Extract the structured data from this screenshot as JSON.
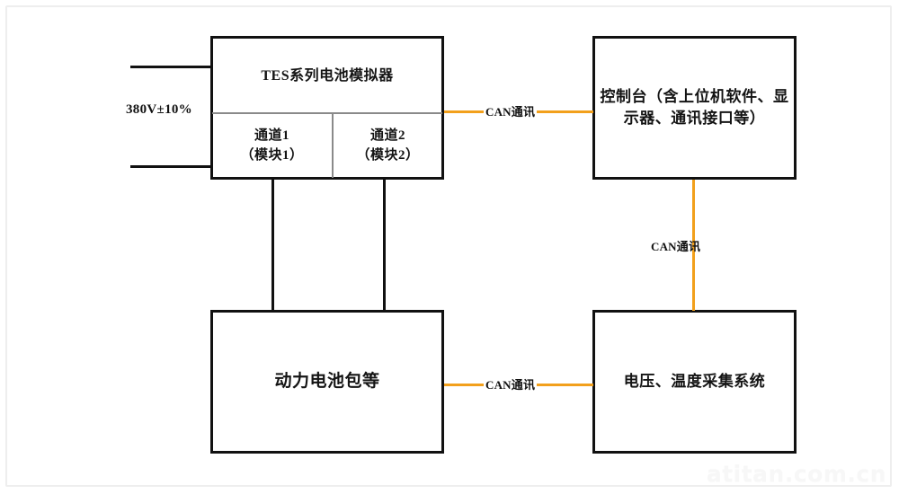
{
  "diagram": {
    "title": "TES Battery Simulator System Block Diagram",
    "accent_color": "#F2A01C",
    "line_color": "#111111",
    "background": "#ffffff"
  },
  "blocks": {
    "tes_simulator": {
      "title": "TES系列电池模拟器",
      "channel1": "通道1\n（模块1）",
      "channel2": "通道2\n（模块2）"
    },
    "console": {
      "label": "控制台（含上位机软件、显示器、通讯接口等）"
    },
    "battery_pack": {
      "label": "动力电池包等"
    },
    "acquisition": {
      "label": "电压、温度采集系统"
    }
  },
  "power_input": {
    "label": "380V±10%"
  },
  "connections": {
    "can_top": "CAN通讯",
    "can_middle": "CAN通讯",
    "can_bottom": "CAN通讯"
  },
  "watermark": {
    "text": "atitan.com.cn"
  }
}
